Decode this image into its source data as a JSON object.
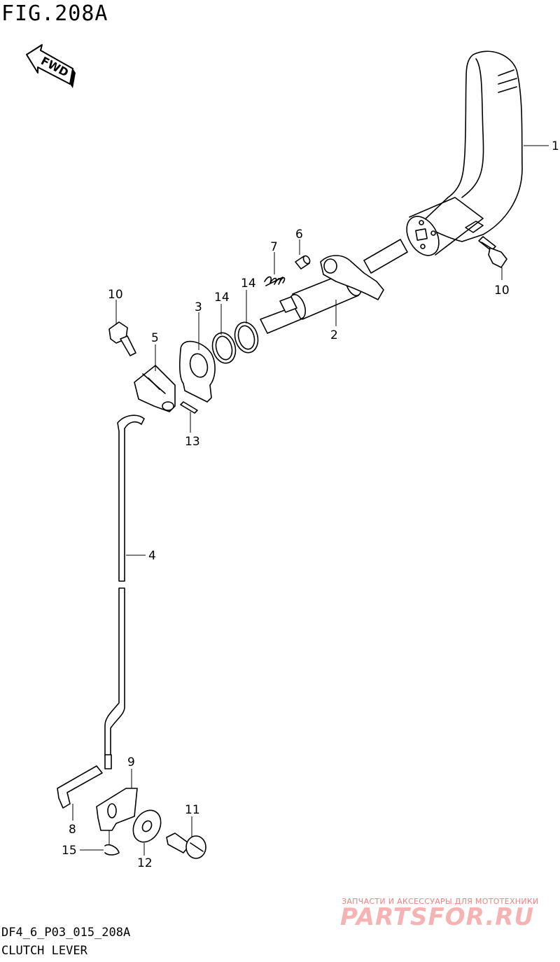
{
  "figure": {
    "title": "FIG.208A",
    "code": "DF4_6_P03_015_208A",
    "name": "CLUTCH LEVER",
    "fwd_label": "FWD"
  },
  "callouts": [
    "1",
    "2",
    "3",
    "4",
    "5",
    "6",
    "7",
    "8",
    "9",
    "10",
    "10",
    "11",
    "12",
    "13",
    "14",
    "14",
    "15"
  ],
  "watermark": {
    "tagline": "ЗАПЧАСТИ И АКСЕССУАРЫ ДЛЯ МОТОТЕХНИКИ",
    "brand": "PARTSFOR.RU",
    "color": "#f08080"
  }
}
